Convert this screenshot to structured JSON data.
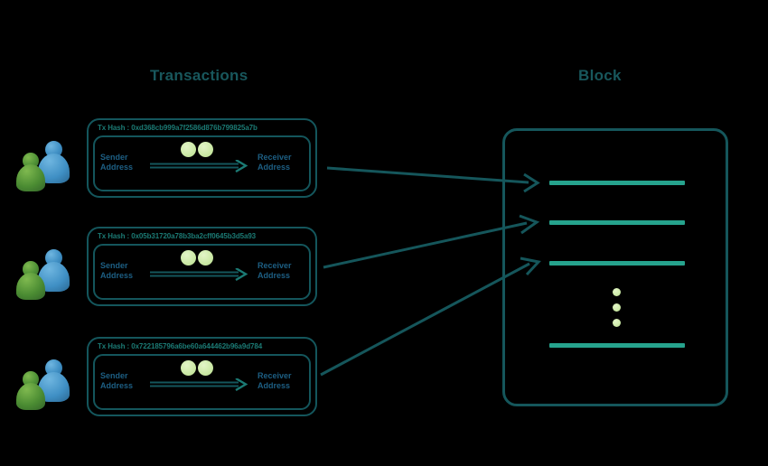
{
  "headings": {
    "transactions": "Transactions",
    "block": "Block"
  },
  "colors": {
    "background": "#000000",
    "outline_teal": "#14565c",
    "heading_teal": "#18575c",
    "hash_teal": "#1b7a74",
    "address_blue": "#1d5f84",
    "bar_green": "#26a38d",
    "coin_green": "#cdeaa8",
    "person_green": "#4a8b32",
    "person_blue": "#3f8fc4"
  },
  "labels": {
    "sender": "Sender\nAddress",
    "receiver": "Receiver\nAddress",
    "tx_hash_prefix": "Tx Hash : "
  },
  "transactions": [
    {
      "hash_label": "Tx Hash : 0xd368cb999a7f2586d876b799825a7b",
      "sender": "Sender\nAddress",
      "receiver": "Receiver\nAddress",
      "coins": 2
    },
    {
      "hash_label": "Tx Hash : 0x05b31720a78b3ba2cff0645b3d5a93",
      "sender": "Sender\nAddress",
      "receiver": "Receiver\nAddress",
      "coins": 2
    },
    {
      "hash_label": "Tx Hash : 0x722185796a6be60a644462b96a9d784",
      "sender": "Sender\nAddress",
      "receiver": "Receiver\nAddress",
      "coins": 2
    }
  ],
  "block": {
    "entries": 4,
    "ellipsis_dots": 3
  },
  "users": [
    {
      "label": "user-pair-1"
    },
    {
      "label": "user-pair-2"
    },
    {
      "label": "user-pair-3"
    }
  ]
}
